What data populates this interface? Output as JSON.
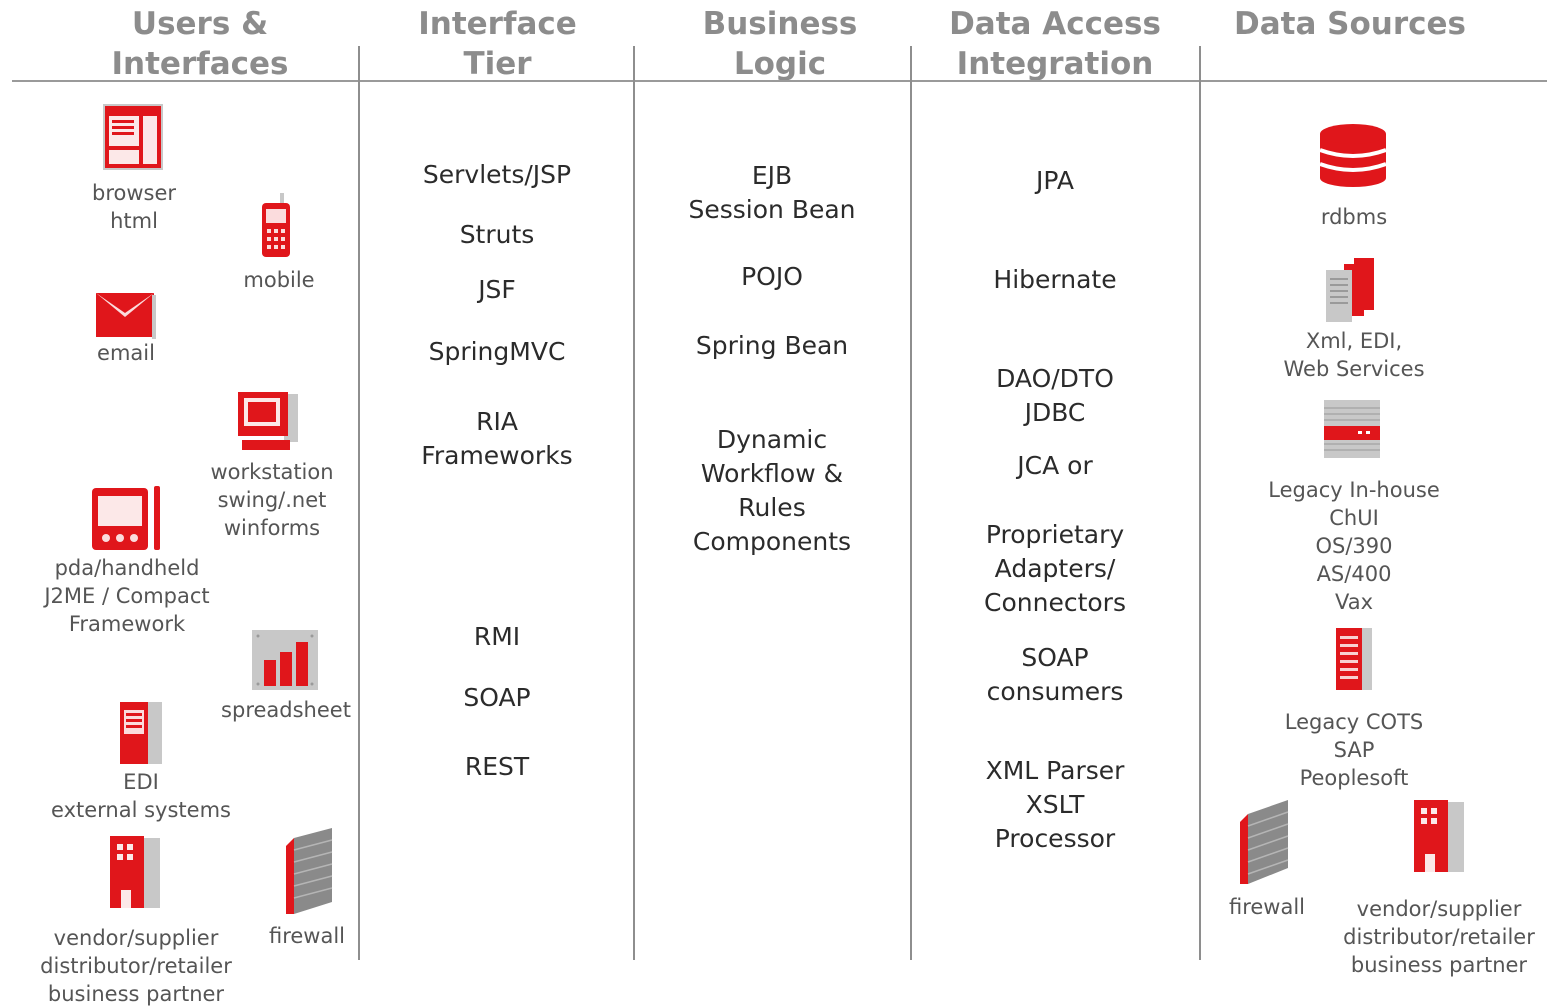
{
  "headers": {
    "users": [
      "Users &",
      "Interfaces"
    ],
    "interface": [
      "Interface",
      "Tier"
    ],
    "business": [
      "Business",
      "Logic"
    ],
    "data_access": [
      "Data Access",
      "Integration"
    ],
    "data_sources": [
      "Data Sources"
    ]
  },
  "users": {
    "browser": [
      "browser",
      "html"
    ],
    "mobile": [
      "mobile"
    ],
    "email": [
      "email"
    ],
    "workstation": [
      "workstation",
      "swing/.net",
      "winforms"
    ],
    "pda": [
      "pda/handheld",
      "J2ME / Compact",
      "Framework"
    ],
    "spreadsheet": [
      "spreadsheet"
    ],
    "edi": [
      "EDI",
      "external systems"
    ],
    "vendor": [
      "vendor/supplier",
      "distributor/retailer",
      "business partner"
    ],
    "firewall": [
      "firewall"
    ]
  },
  "interface_tier": {
    "servlets": [
      "Servlets/JSP"
    ],
    "struts": [
      "Struts"
    ],
    "jsf": [
      "JSF"
    ],
    "springmvc": [
      "SpringMVC"
    ],
    "ria": [
      "RIA",
      "Frameworks"
    ],
    "rmi": [
      "RMI"
    ],
    "soap": [
      "SOAP"
    ],
    "rest": [
      "REST"
    ]
  },
  "business_logic": {
    "ejb": [
      "EJB",
      "Session Bean"
    ],
    "pojo": [
      "POJO"
    ],
    "spring": [
      "Spring Bean"
    ],
    "workflow": [
      "Dynamic",
      "Workflow &",
      "Rules",
      "Components"
    ]
  },
  "data_access": {
    "jpa": [
      "JPA"
    ],
    "hibernate": [
      "Hibernate"
    ],
    "dao": [
      "DAO/DTO",
      "JDBC"
    ],
    "jca": [
      "JCA or"
    ],
    "proprietary": [
      "Proprietary",
      "Adapters/",
      "Connectors"
    ],
    "soap": [
      "SOAP",
      "consumers"
    ],
    "xml": [
      "XML Parser",
      "XSLT",
      "Processor"
    ]
  },
  "data_sources": {
    "rdbms": [
      "rdbms"
    ],
    "xml": [
      "Xml, EDI,",
      "Web Services"
    ],
    "legacy_inhouse": [
      "Legacy In-house",
      "ChUI",
      "OS/390",
      "AS/400",
      "Vax"
    ],
    "legacy_cots": [
      "Legacy COTS",
      "SAP",
      "Peoplesoft"
    ],
    "firewall": [
      "firewall"
    ],
    "vendor": [
      "vendor/supplier",
      "distributor/retailer",
      "business partner"
    ]
  },
  "colors": {
    "accent": "#e0161b",
    "header": "#8c8c8c",
    "line": "#9a9a9a"
  }
}
